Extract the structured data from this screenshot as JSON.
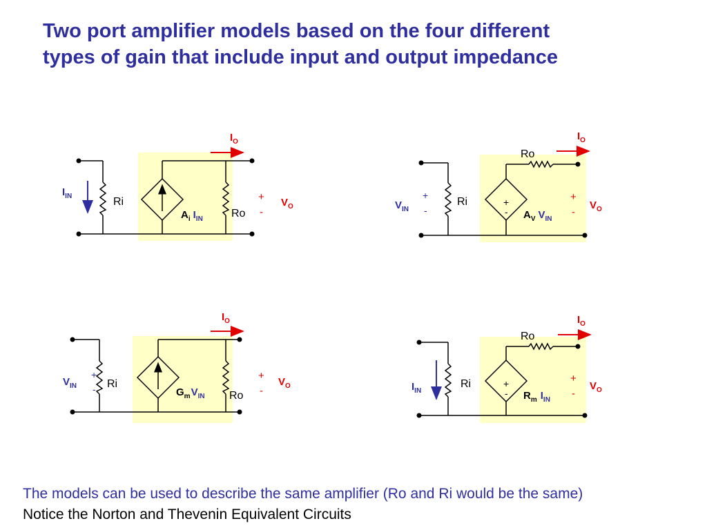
{
  "title": {
    "line1": "Two port amplifier models based on the four different",
    "line2": "types of gain that include input and output impedance"
  },
  "colors": {
    "title": "#2e2e9e",
    "box": "#ffffc8",
    "red": "#e00000",
    "blue": "#2e2e9e"
  },
  "labels": {
    "ri": "Ri",
    "ro": "Ro",
    "plus": "+",
    "minus": "-",
    "I": "I",
    "V": "V",
    "sub_o": "O",
    "sub_in": "IN"
  },
  "circuits": {
    "current_amp": {
      "gain_main": "A",
      "gain_sub": "i",
      "gain_ctrl": "I",
      "gain_ctrl_sub": "IN"
    },
    "voltage_amp": {
      "gain_main": "A",
      "gain_sub": "V",
      "gain_ctrl": "V",
      "gain_ctrl_sub": "IN"
    },
    "transconductance_amp": {
      "gain_main": "G",
      "gain_sub": "m",
      "gain_ctrl": "V",
      "gain_ctrl_sub": "IN"
    },
    "transresistance_amp": {
      "gain_main": "R",
      "gain_sub": "m",
      "gain_ctrl": "I",
      "gain_ctrl_sub": "IN"
    }
  },
  "notes": {
    "line1": "The models can be used to describe the same amplifier (Ro and Ri would be the same)",
    "line2": "Notice the Norton and Thevenin Equivalent Circuits"
  }
}
